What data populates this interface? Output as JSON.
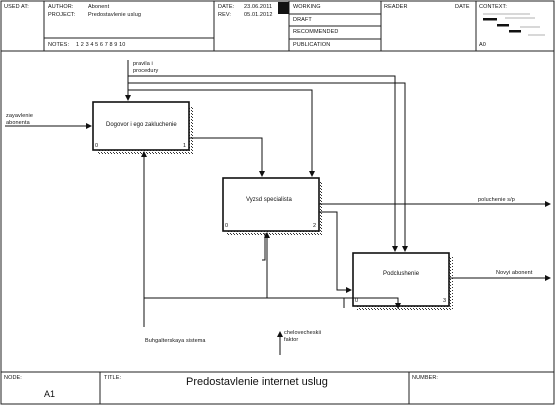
{
  "header": {
    "used_at_label": "USED AT:",
    "author_label": "AUTHOR:",
    "author": "Abonent",
    "project_label": "PROJECT:",
    "project": "Predostavlenie uslug",
    "date_label": "DATE:",
    "date": "23.06.2011",
    "rev_label": "REV:",
    "rev": "05.01.2012",
    "notes_label": "NOTES:",
    "notes_numbers": "1  2  3  4  5  6  7  8  9  10",
    "status": [
      "WORKING",
      "DRAFT",
      "RECOMMENDED",
      "PUBLICATION"
    ],
    "reader_label": "READER",
    "date2_label": "DATE",
    "context_label": "CONTEXT:",
    "context_node": "A0"
  },
  "diagram": {
    "boxes": [
      {
        "label": "Dogovor i ego zakluchenie",
        "number": "0",
        "num_suffix": "1"
      },
      {
        "label": "Vyzsd specialista",
        "number": "0",
        "num_suffix": "2"
      },
      {
        "label": "Podclushenie",
        "number": "0",
        "num_suffix": "3"
      }
    ],
    "arrows": {
      "control_top": "pravila i\nprocedury",
      "input_left": "zayavlenie\nabonenta",
      "output_1": "poluchenie s/p",
      "output_2": "Novyi abonent",
      "mechanism_1": "Buhgalterskaya sistema",
      "mechanism_2": "chelovecheskii\nfaktor"
    }
  },
  "footer": {
    "node_label": "NODE:",
    "node": "A1",
    "title_label": "TITLE:",
    "title": "Predostavlenie internet uslug",
    "number_label": "NUMBER:"
  }
}
